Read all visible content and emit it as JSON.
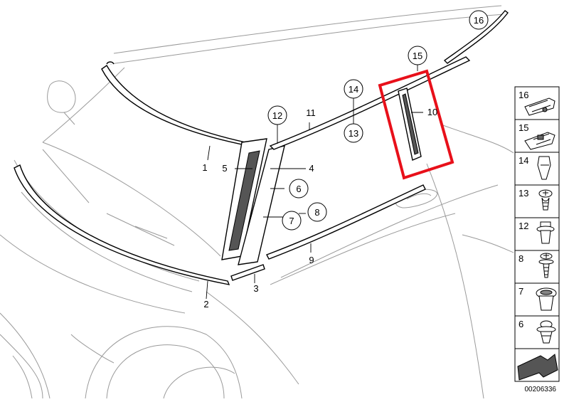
{
  "diagram_code": "00206336",
  "highlight_color": "#e8101a",
  "callouts": {
    "c1": "1",
    "c2": "2",
    "c3": "3",
    "c4": "4",
    "c5": "5",
    "c6": "6",
    "c7": "7",
    "c8": "8",
    "c9": "9",
    "c10": "10",
    "c11": "11",
    "c12": "12",
    "c13": "13",
    "c14": "14",
    "c15": "15",
    "c16": "16"
  },
  "legend": [
    "16",
    "15",
    "14",
    "13",
    "12",
    "8",
    "7",
    "6"
  ]
}
